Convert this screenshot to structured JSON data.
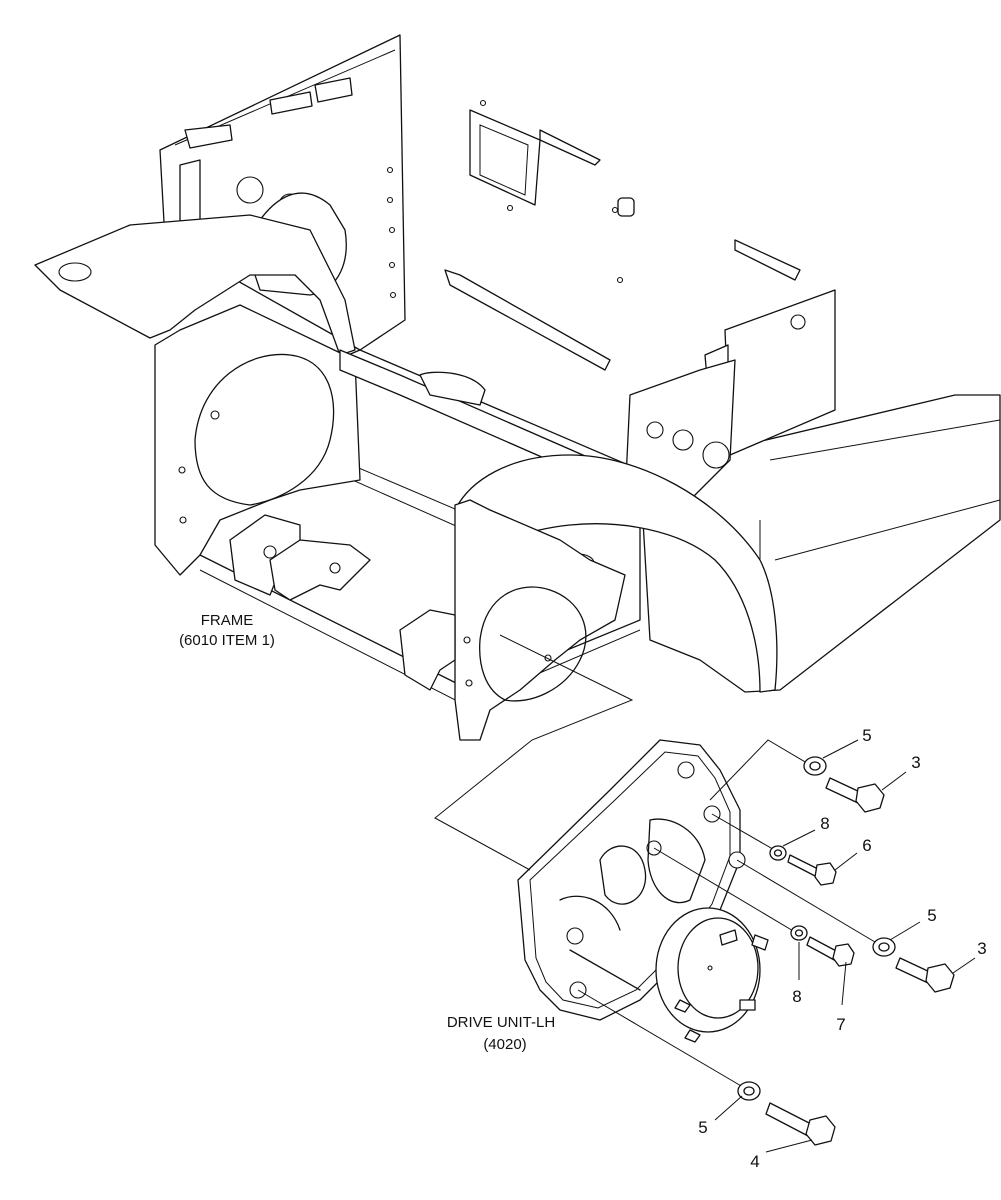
{
  "frame": {
    "name": "FRAME",
    "ref": "(6010 ITEM 1)"
  },
  "drive_unit": {
    "name": "DRIVE UNIT-LH",
    "ref": "(4020)"
  },
  "callouts": {
    "washer_top": "5",
    "bolt_top": "3",
    "washer_small_top": "8",
    "bolt_small_top": "6",
    "washer_mid": "5",
    "bolt_mid": "3",
    "washer_small_bottom": "8",
    "bolt_small_bottom": "7",
    "washer_bottom": "5",
    "bolt_bottom": "4"
  }
}
